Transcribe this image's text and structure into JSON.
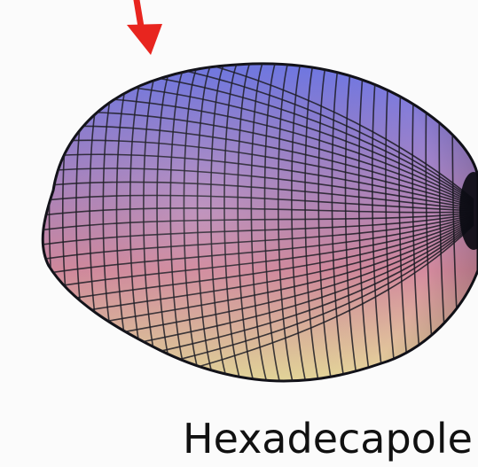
{
  "caption": "Hexadecapole",
  "colors": {
    "arrow": "#e8251f",
    "surface_top": "#6f78e6",
    "surface_middle": "#d48a9e",
    "surface_bottom": "#e6d89a",
    "mesh_lines": "#1a1a22",
    "background": "#fdfdfd",
    "caption_text": "#111111"
  },
  "icons": {
    "pointer": "arrow-down-pointer",
    "shape": "hexadecapole-deformed-nucleus-mesh"
  }
}
